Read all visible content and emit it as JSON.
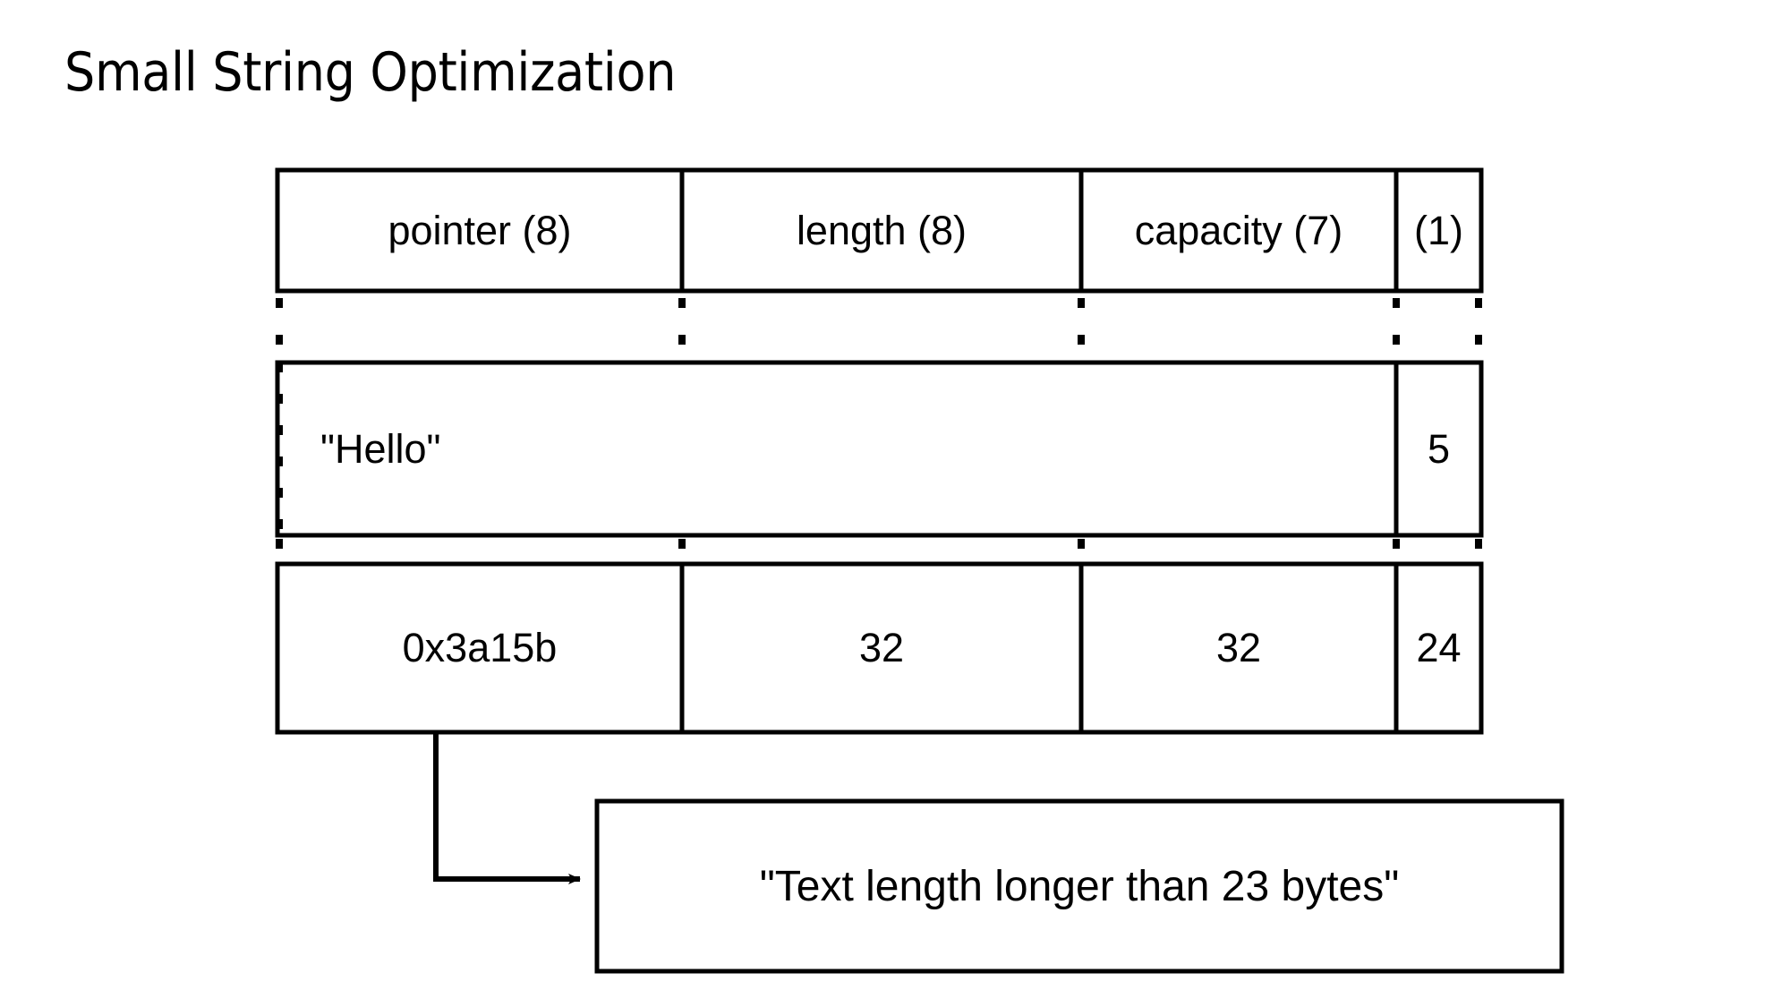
{
  "title": "Small String Optimization",
  "struct_table": {
    "columns": [
      {
        "name": "pointer",
        "header": "pointer (8)"
      },
      {
        "name": "length",
        "header": "length (8)"
      },
      {
        "name": "capacity",
        "header": "capacity (7)"
      },
      {
        "name": "flag",
        "header": "(1)"
      }
    ],
    "rows": [
      {
        "name": "header-row",
        "kind": "header",
        "cells": [
          "pointer (8)",
          "length (8)",
          "capacity (7)",
          "(1)"
        ]
      },
      {
        "name": "inline-string-row",
        "kind": "inline",
        "merged_label": "\"Hello\"",
        "flag": "5"
      },
      {
        "name": "heap-string-row",
        "kind": "heap",
        "cells": [
          "0x3a15b",
          "32",
          "32",
          "24"
        ]
      }
    ]
  },
  "callout": {
    "name": "heap-buffer",
    "text": "\"Text length longer than 23 bytes\""
  },
  "colors": {
    "stroke": "#000000",
    "background": "#ffffff",
    "text": "#000000"
  }
}
